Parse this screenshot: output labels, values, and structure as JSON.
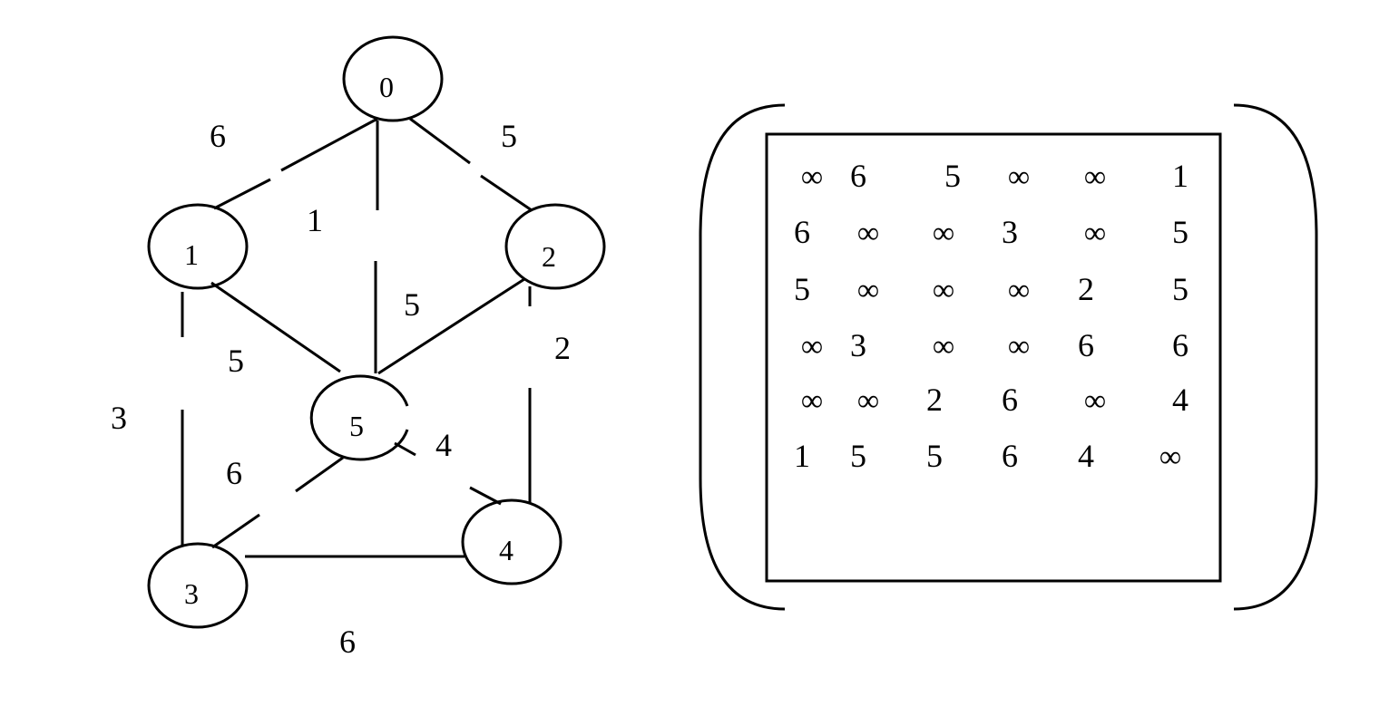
{
  "graph": {
    "nodes": [
      {
        "id": "0",
        "label": "0"
      },
      {
        "id": "1",
        "label": "1"
      },
      {
        "id": "2",
        "label": "2"
      },
      {
        "id": "3",
        "label": "3"
      },
      {
        "id": "4",
        "label": "4"
      },
      {
        "id": "5",
        "label": "5"
      }
    ],
    "edges": [
      {
        "from": "0",
        "to": "1",
        "weight": "6"
      },
      {
        "from": "0",
        "to": "2",
        "weight": "5"
      },
      {
        "from": "0",
        "to": "5",
        "weight": "1"
      },
      {
        "from": "1",
        "to": "5",
        "weight": "5"
      },
      {
        "from": "2",
        "to": "5",
        "weight": "5"
      },
      {
        "from": "1",
        "to": "3",
        "weight": "3"
      },
      {
        "from": "2",
        "to": "4",
        "weight": "2"
      },
      {
        "from": "5",
        "to": "3",
        "weight": "6"
      },
      {
        "from": "5",
        "to": "4",
        "weight": "4"
      },
      {
        "from": "3",
        "to": "4",
        "weight": "6"
      }
    ]
  },
  "matrix": {
    "rows": [
      [
        "∞",
        "6",
        "5",
        "∞",
        "∞",
        "1"
      ],
      [
        "6",
        "∞",
        "∞",
        "3",
        "∞",
        "5"
      ],
      [
        "5",
        "∞",
        "∞",
        "∞",
        "2",
        "5"
      ],
      [
        "∞",
        "3",
        "∞",
        "∞",
        "6",
        "6"
      ],
      [
        "∞",
        "∞",
        "2",
        "6",
        "∞",
        "4"
      ],
      [
        "1",
        "5",
        "5",
        "6",
        "4",
        "∞"
      ]
    ]
  }
}
